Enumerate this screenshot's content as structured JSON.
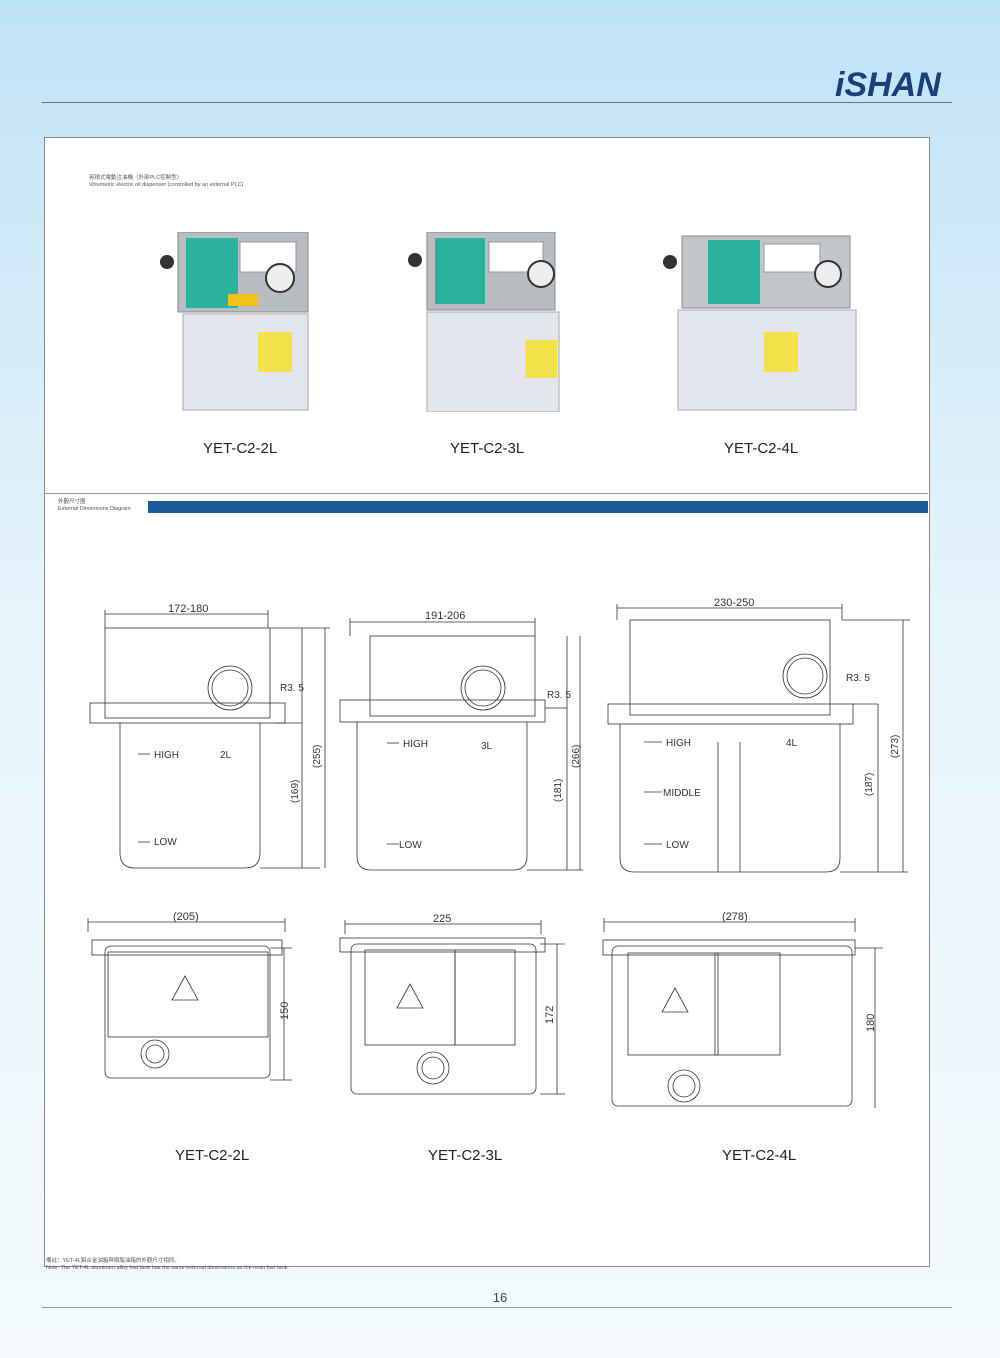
{
  "brand": {
    "logo_text": "iSHAN"
  },
  "product_section": {
    "title_cn": "容積式電動注油機（外部PLC控制型）",
    "title_en": "Volumetric electric oil dispenser (controlled by an external PLC)",
    "models": [
      "YET-C2-2L",
      "YET-C2-3L",
      "YET-C2-4L"
    ]
  },
  "dimensions_section": {
    "title_cn": "外觀尺寸圖",
    "title_en": "External Dimensions Diagram",
    "front": [
      {
        "width": "172-180",
        "total_h": "(255)",
        "level_h": "(169)",
        "radius": "R3. 5",
        "high": "HIGH",
        "low": "LOW",
        "capacity": "2L"
      },
      {
        "width": "191-206",
        "total_h": "(266)",
        "level_h": "(181)",
        "radius": "R3. 5",
        "high": "HIGH",
        "low": "LOW",
        "capacity": "3L"
      },
      {
        "width": "230-250",
        "total_h": "(273)",
        "level_h": "(187)",
        "radius": "R3. 5",
        "high": "HIGH",
        "middle": "MIDDLE",
        "low": "LOW",
        "capacity": "4L"
      }
    ],
    "top": [
      {
        "width": "(205)",
        "depth": "150"
      },
      {
        "width": "225",
        "depth": "172"
      },
      {
        "width": "(278)",
        "depth": "180"
      }
    ],
    "models": [
      "YET-C2-2L",
      "YET-C2-3L",
      "YET-C2-4L"
    ]
  },
  "note": {
    "cn": "備註：YET-4L鋁合金油箱與樹脂油箱的外觀尺寸相同。",
    "en": "Note: The YET-4L aluminum alloy fuel tank has the same external dimensions as the resin fuel tank."
  },
  "page_number": "16",
  "colors": {
    "accent_bar": "#1d5a9a",
    "logo": "#1a3f7a",
    "panel": "#2bb3a0"
  }
}
